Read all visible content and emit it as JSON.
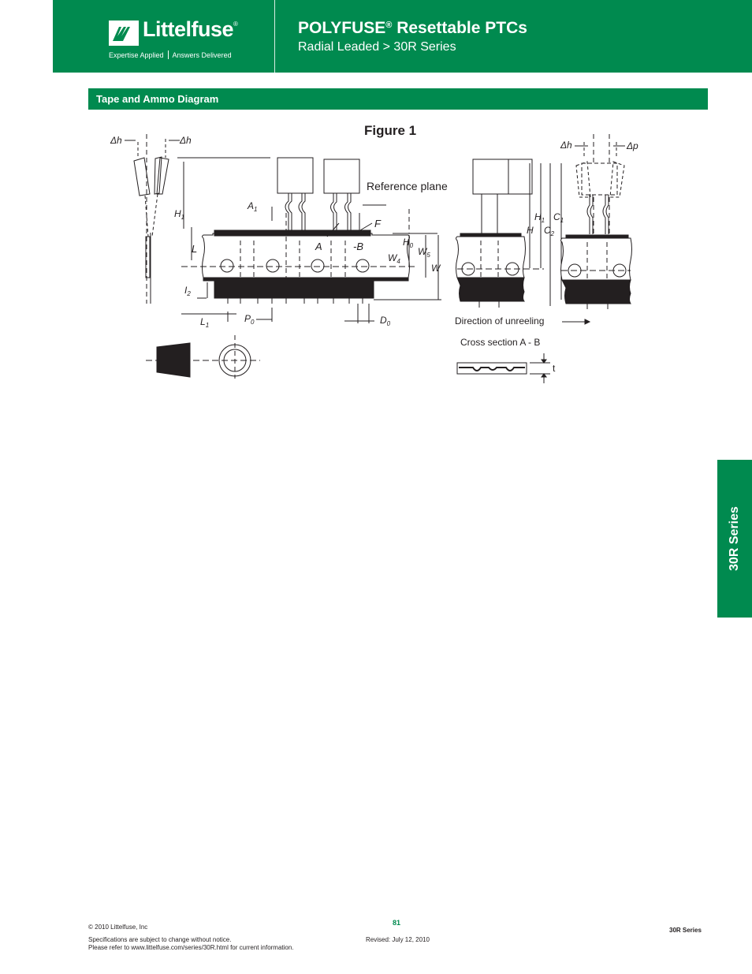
{
  "header": {
    "brand": "Littelfuse",
    "brand_mark": "®",
    "tagline_left": "Expertise Applied",
    "tagline_right": "Answers Delivered",
    "title": "POLYFUSE",
    "title_mark": "®",
    "title_rest": " Resettable PTCs",
    "subtitle": "Radial Leaded > 30R Series"
  },
  "section": {
    "title": "Tape and Ammo Diagram"
  },
  "side_tab": {
    "label": "30R Series"
  },
  "figure": {
    "title": "Figure 1",
    "labels": {
      "dh": "Δh",
      "dp": "Δp",
      "H": "H",
      "H1": "H",
      "C": "C",
      "sub1": "1",
      "sub2": "2",
      "sub0": "0",
      "sub4": "4",
      "sub5": "5",
      "A": "A",
      "A_B": "A",
      "B": "B",
      "F": "F",
      "L": "L",
      "I": "I",
      "P": "P",
      "D": "D",
      "W": "W",
      "t": "t",
      "reference_plane": "Reference plane",
      "direction": "Direction of unreeling",
      "cross_section": "Cross section A - B"
    }
  },
  "footer": {
    "copyright": "© 2010 Littelfuse, Inc",
    "notice1": "Specifications are subject to change without notice.",
    "notice2": "Please refer to www.littelfuse.com/series/30R.html for current information.",
    "page_number": "81",
    "revised": "Revised: July 12, 2010",
    "series": "30R Series"
  },
  "colors": {
    "brand_green": "#008a4f",
    "ink": "#231f20"
  }
}
